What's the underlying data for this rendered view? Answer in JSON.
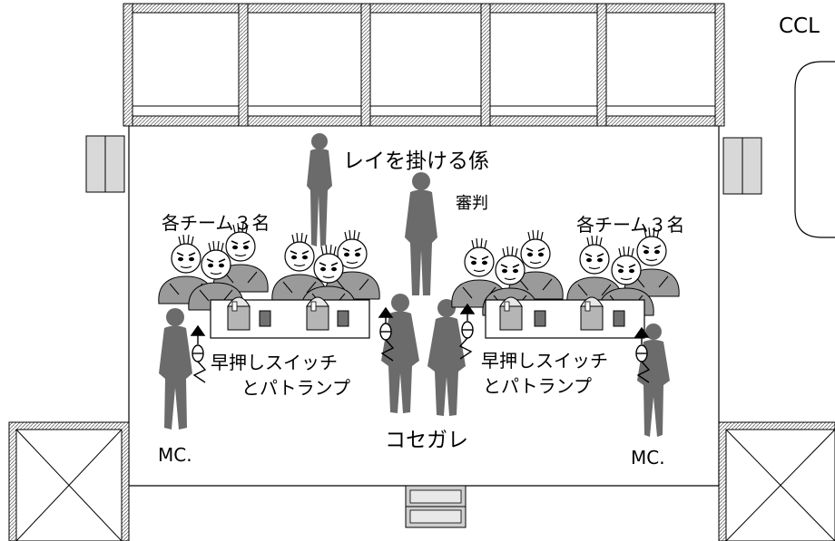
{
  "labels": {
    "corner": "CCL",
    "lei_person": "レイを掛ける係",
    "referee": "審判",
    "team_left": "各チーム３名",
    "team_right": "各チーム３名",
    "switch_left_line1": "早押しスイッチ",
    "switch_left_line2": "とパトランプ",
    "switch_right_line1": "早押しスイッチ",
    "switch_right_line2": "とパトランプ",
    "kosegare": "コセガレ",
    "mc_left": "MC.",
    "mc_right": "MC."
  },
  "colors": {
    "silhouette": "#6b6b6b",
    "outline": "#000000",
    "contestant_shirt": "#9a9a9a",
    "lamp_body": "#b5b5b5",
    "switch_button": "#707070",
    "background": "#ffffff"
  }
}
